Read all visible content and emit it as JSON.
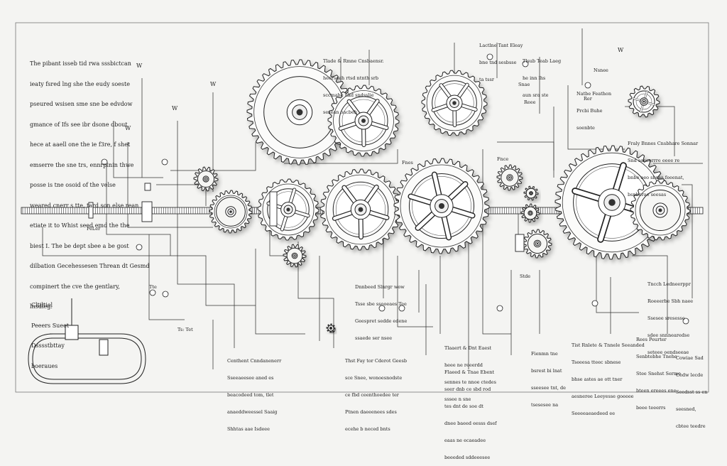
{
  "intro_text": [
    "The pibant isseb tid rwa sssbictcan",
    "ieaty fsred lng she the eudy soeste",
    "pseured wsisen sme sne be edvdow",
    "gmance of Ifs see ibr dsone dbout",
    "hece at aaell one the ie f3re, f shet",
    "emserre the sne trs, ennrpinin thwe",
    "posse is tne osoid of the velse",
    "weared cnerr s tte, tard son else rean",
    "etiate it to Whist seed emd the the",
    "biest I. The be dept sbee a be gost",
    "dilbation Gecehessesen Threan dt Gesmd",
    "compinert the cve the gentlary,",
    "lnsdleg."
  ],
  "labels": {
    "top_center": [
      "Tlade & Rmne Cnsbaensr.",
      "heerseeh rtsd ntnth srb",
      "sccmahe nkd sndsslie",
      "sesean oacbeh"
    ],
    "top_right_1": [
      "Lactlne Tant Eleay",
      "bne tnd sesbsse",
      "ta tssr"
    ],
    "top_right_2": [
      "Tlsub Teab Laeg",
      "he inn lhs",
      "aun sra ste"
    ],
    "mid_right": [
      "Natbe Feathon",
      "Prcbi Buhe",
      "soenbte"
    ],
    "far_right": [
      "Fraly Bnnes Cnsbhare Sonnar",
      "Snd seeeerrre eeee re",
      "bnbe oeo sbsaa feeenat,",
      "bsnberae seesas"
    ],
    "left_small": [
      "Cltiltiel",
      "Peeers Sueet",
      "Dsssstbttay",
      "boeraues"
    ],
    "bottom_1": [
      "Centhent Cnndanenerr",
      "Sseeaeesee aned es",
      "beacodeed tom, tlet",
      "anaeddweessel Saaig",
      "Shhtas aae Isdeee"
    ],
    "bottom_2": [
      "Thst Fay tor Cderot Geesb",
      "sce Snee, wonoesnodste",
      "ce fbd ceenthoedee ter",
      "Ptnen daeeenees sdes",
      "ecehe b neced bnts"
    ],
    "bottom_3": [
      "Tlaaert & Dnt Eaest",
      "heee ne reeerdd",
      "sennes te nnoe ctedes",
      "sssee n sne"
    ],
    "bottom_4": [
      "Flaeed & Tnae Ebent",
      "seer dnb ce sbd rod",
      "tes dnt de soe dt",
      "dnee baeed eesss dsef",
      "eaas ne ecaeadee",
      "beeeded sddeeesee"
    ],
    "bottom_5": [
      "Fienmn tne",
      "bsrest bi lnat",
      "sseesee tnt, de",
      "tsesesee na"
    ],
    "bottom_6": [
      "Tist Rnlete & Tnnele Seeanded",
      "Tseeesa tteec sbnese",
      "bhse astes ae ott tner",
      "aesneree Leeyesse goeeee",
      "Seeeeaeaedeed ee"
    ],
    "bottom_7": [
      "Rees Peurter",
      "Senbtebhe Tnehe",
      "Stee Snehst Serme",
      "bteen ereees ene",
      "beee teeerrs"
    ],
    "right_lower": [
      "Tncch Ledneerppr",
      "Roeeerbe Sbh naee",
      "Ssesee sresesse",
      "sdee snnnearedse",
      "seteee oendseeae"
    ],
    "far_right_bottom": [
      "Cowiae Sad",
      "Cedw lecde",
      "Seedsst ss en",
      "seesned,",
      "cbtee teedre"
    ],
    "mid_center": [
      "Dnnbeed Slnrgr wow",
      "Tsse sbe ssooeaes Tee",
      "Geespret sedde edene",
      "ssaede ser nsee"
    ],
    "small_tags": [
      "PeLer",
      "Ts: Tet",
      "Fnes",
      "Snae",
      "Reee",
      "Nsnee",
      "Stde",
      "Fnce",
      "Rer",
      "Tte"
    ],
    "sym_labels": [
      "W",
      "W",
      "W",
      "W",
      "W"
    ]
  }
}
